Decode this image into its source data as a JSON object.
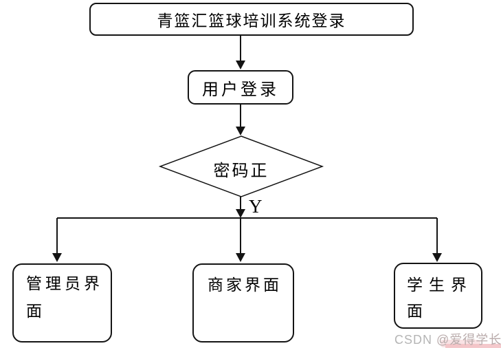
{
  "diagram": {
    "type": "flowchart",
    "nodes": {
      "title": "青篮汇篮球培训系统登录",
      "login": "用户登录",
      "decision": "密码正",
      "admin": "管理员界面",
      "merchant": "商家界面",
      "student": "学生界面"
    },
    "labels": {
      "yes_branch": "Y"
    },
    "edges": [
      {
        "from": "title",
        "to": "login"
      },
      {
        "from": "login",
        "to": "decision"
      },
      {
        "from": "decision",
        "to": "branch-junction",
        "label": "Y"
      },
      {
        "from": "branch-junction",
        "to": "admin"
      },
      {
        "from": "branch-junction",
        "to": "merchant"
      },
      {
        "from": "branch-junction",
        "to": "student"
      }
    ]
  },
  "watermark": {
    "brand": "CSDN ",
    "user": "@爱得学长"
  },
  "colors": {
    "background": "#ffffff",
    "line": "#141414",
    "text": "#000000",
    "watermark_gray": "#b5b5b5",
    "watermark_pink": "#f2c0c3"
  }
}
